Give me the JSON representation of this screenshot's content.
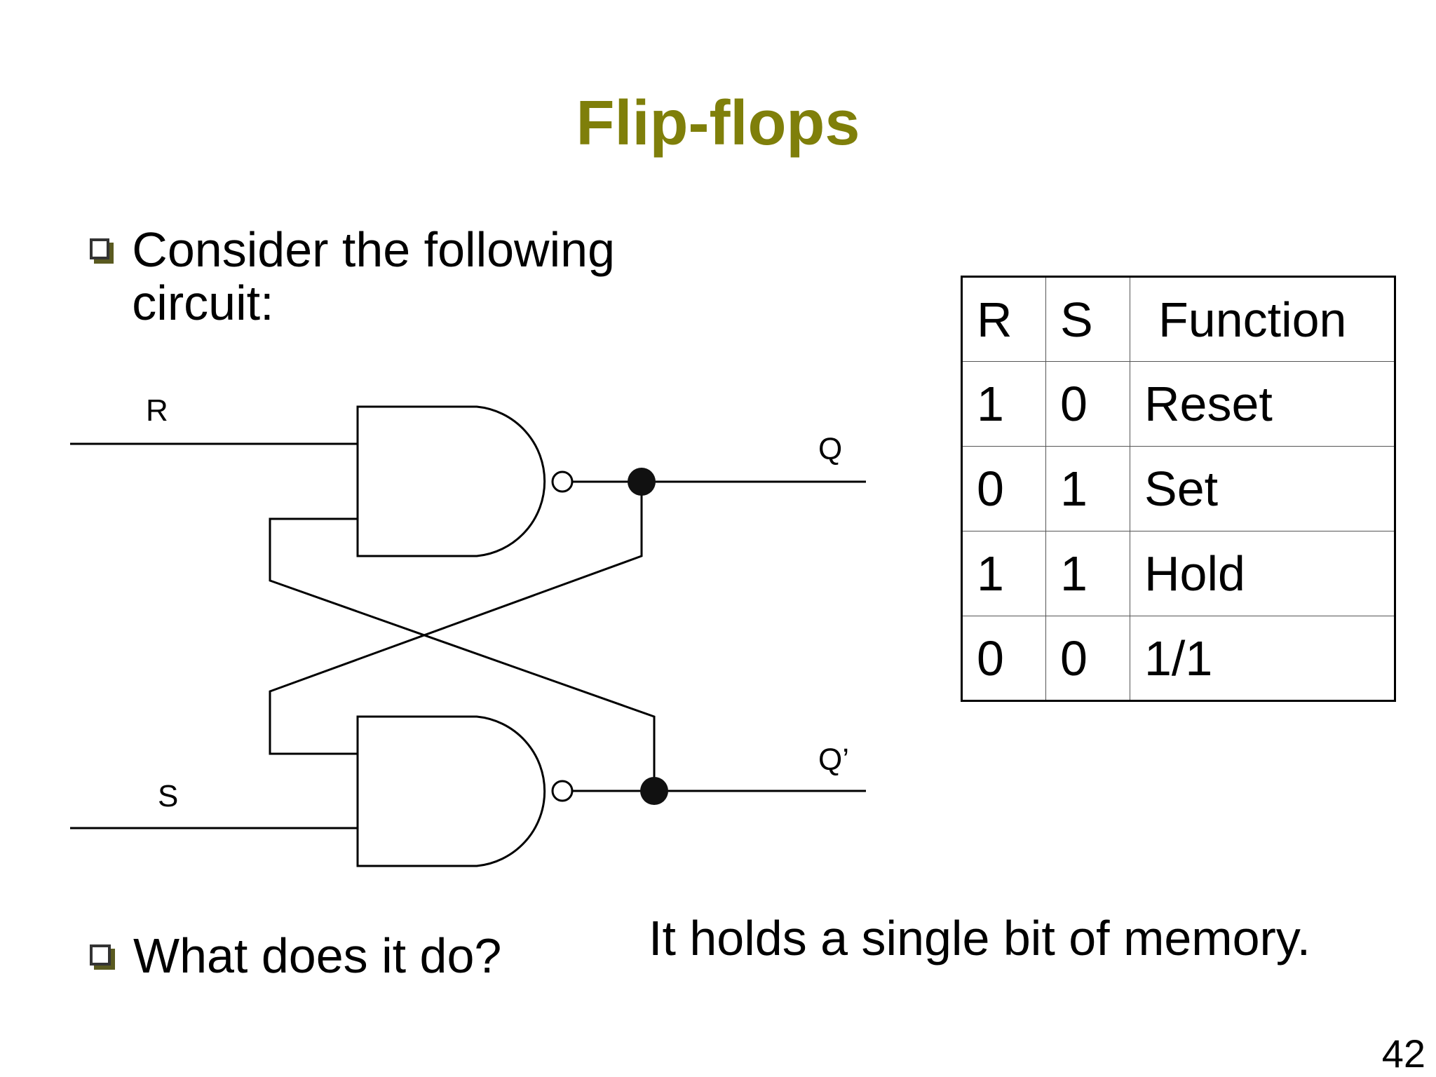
{
  "slide": {
    "title": "Flip-flops",
    "bullet1": "Consider the following circuit:",
    "bullet2": "What does it do?",
    "answer": "It holds a single bit of memory.",
    "page_number": "42",
    "title_color": "#7f7f0a"
  },
  "circuit": {
    "input_r": "R",
    "input_s": "S",
    "output_q": "Q",
    "output_q_bar": "Q’"
  },
  "truth_table": {
    "headers": [
      "R",
      "S",
      "Function"
    ],
    "rows": [
      [
        "1",
        "0",
        "Reset"
      ],
      [
        "0",
        "1",
        "Set"
      ],
      [
        "1",
        "1",
        "Hold"
      ],
      [
        "0",
        "0",
        "1/1"
      ]
    ]
  }
}
